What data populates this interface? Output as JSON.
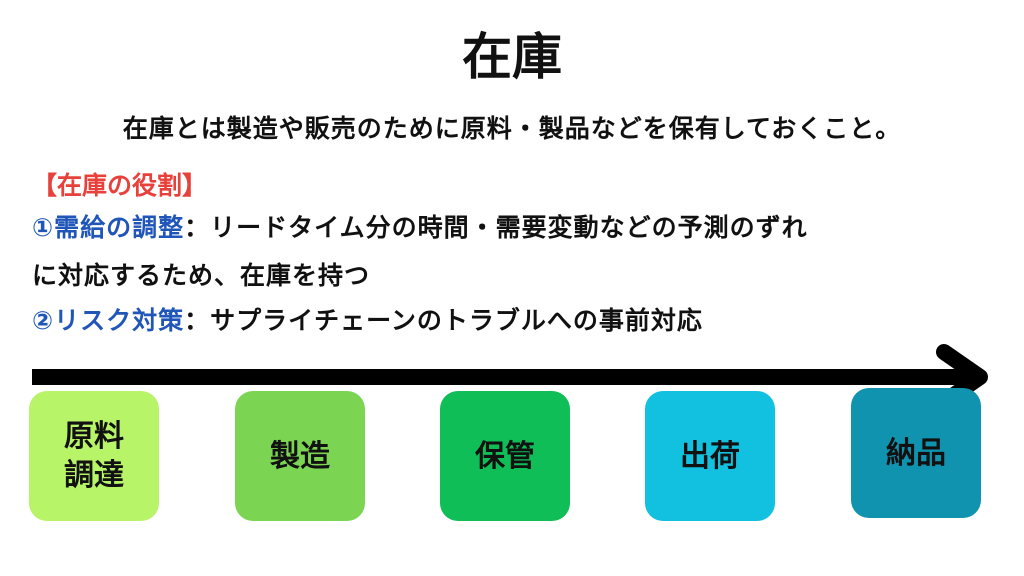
{
  "title": "在庫",
  "definition": "在庫とは製造や販売のために原料・製品などを保有しておくこと。",
  "roles": {
    "heading": "【在庫の役割】",
    "items": [
      {
        "label": "①需給の調整",
        "text_line1": "：リードタイム分の時間・需要変動などの予測のずれ",
        "text_line2": "に対応するため、在庫を持つ"
      },
      {
        "label": "②リスク対策",
        "text_line1": "：サプライチェーンのトラブルへの事前対応"
      }
    ]
  },
  "flow": {
    "steps": [
      {
        "line1": "原料",
        "line2": "調達",
        "color": "#b8f467"
      },
      {
        "line1": "製造",
        "color": "#7bd553"
      },
      {
        "line1": "保管",
        "color": "#0fbe57"
      },
      {
        "line1": "出荷",
        "color": "#12c1e0"
      },
      {
        "line1": "納品",
        "color": "#0f93ae"
      }
    ],
    "arrow_color": "#000000"
  },
  "colors": {
    "heading_red": "#e8403b",
    "label_blue": "#1f56b8",
    "text": "#111111"
  }
}
